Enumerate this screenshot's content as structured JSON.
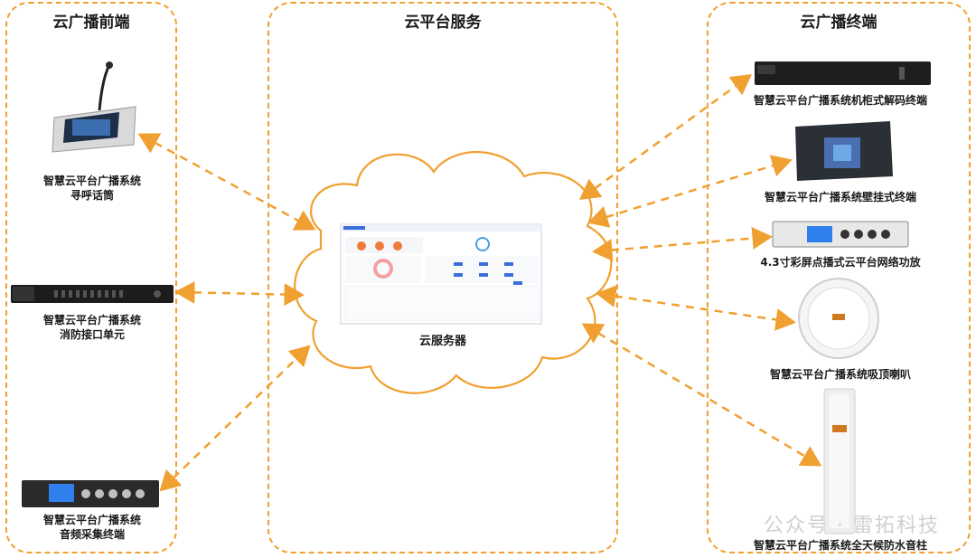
{
  "panels": {
    "left_title": "云广播前端",
    "center_title": "云平台服务",
    "right_title": "云广播终端"
  },
  "left_devices": [
    {
      "line1": "智慧云平台广播系统",
      "line2": "寻呼话筒"
    },
    {
      "line1": "智慧云平台广播系统",
      "line2": "消防接口单元"
    },
    {
      "line1": "智慧云平台广播系统",
      "line2": "音频采集终端"
    }
  ],
  "cloud": {
    "server_label": "云服务器"
  },
  "right_devices": [
    {
      "label": "智慧云平台广播系统机柜式解码终端"
    },
    {
      "label": "智慧云平台广播系统壁挂式终端"
    },
    {
      "label": "4.3寸彩屏点播式云平台网络功放"
    },
    {
      "label": "智慧云平台广播系统吸顶喇叭"
    },
    {
      "label": "智慧云平台广播系统全天候防水音柱"
    }
  ],
  "watermark": "公众号 · 雷拓科技",
  "colors": {
    "accent": "#f0a030",
    "cloud_stroke": "#f0a030"
  }
}
